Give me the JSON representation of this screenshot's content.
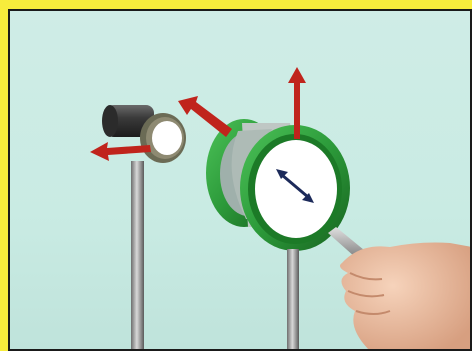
{
  "scene": {
    "background_color": "#c9ebe3",
    "border_color": "#f7ec3c",
    "arrow_color": "#c0241c",
    "filter_ring_color": "#2c9a3a",
    "objects": [
      "left-post-lamp",
      "rotating-polarizer-disc",
      "hand-holding-handle"
    ],
    "icons": [
      "double-headed-arrow-icon",
      "red-arrow-icon"
    ]
  }
}
